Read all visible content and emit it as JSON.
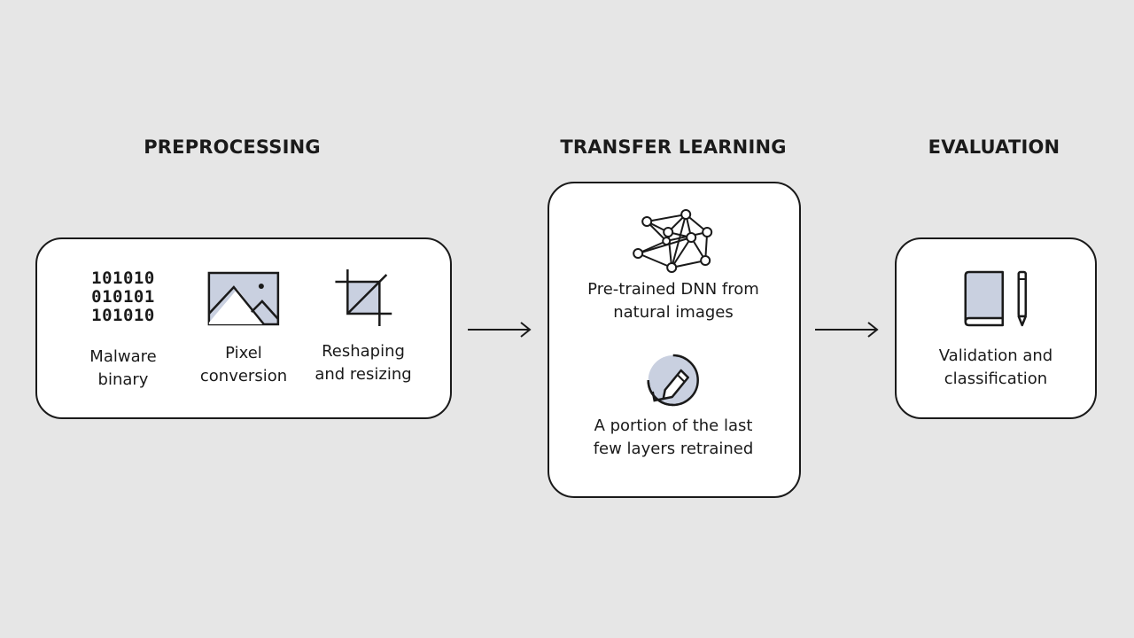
{
  "stages": {
    "preprocessing": {
      "title": "PREPROCESSING",
      "items": [
        {
          "label": "Malware\nbinary",
          "icon": "binary-digits-icon",
          "binary_lines": "101010\n010101\n101010"
        },
        {
          "label": "Pixel\nconversion",
          "icon": "image-icon"
        },
        {
          "label": "Reshaping\nand resizing",
          "icon": "crop-icon"
        }
      ]
    },
    "transfer_learning": {
      "title": "TRANSFER LEARNING",
      "items": [
        {
          "label": "Pre-trained DNN from\nnatural images",
          "icon": "neural-network-icon"
        },
        {
          "label": "A portion of the last\nfew layers retrained",
          "icon": "retrain-edit-icon"
        }
      ]
    },
    "evaluation": {
      "title": "EVALUATION",
      "items": [
        {
          "label": "Validation and\nclassification",
          "icon": "book-pencil-icon"
        }
      ]
    }
  },
  "colors": {
    "background": "#e6e6e6",
    "panel": "#ffffff",
    "stroke": "#1a1a1a",
    "accent_fill": "#c9d0e0"
  }
}
